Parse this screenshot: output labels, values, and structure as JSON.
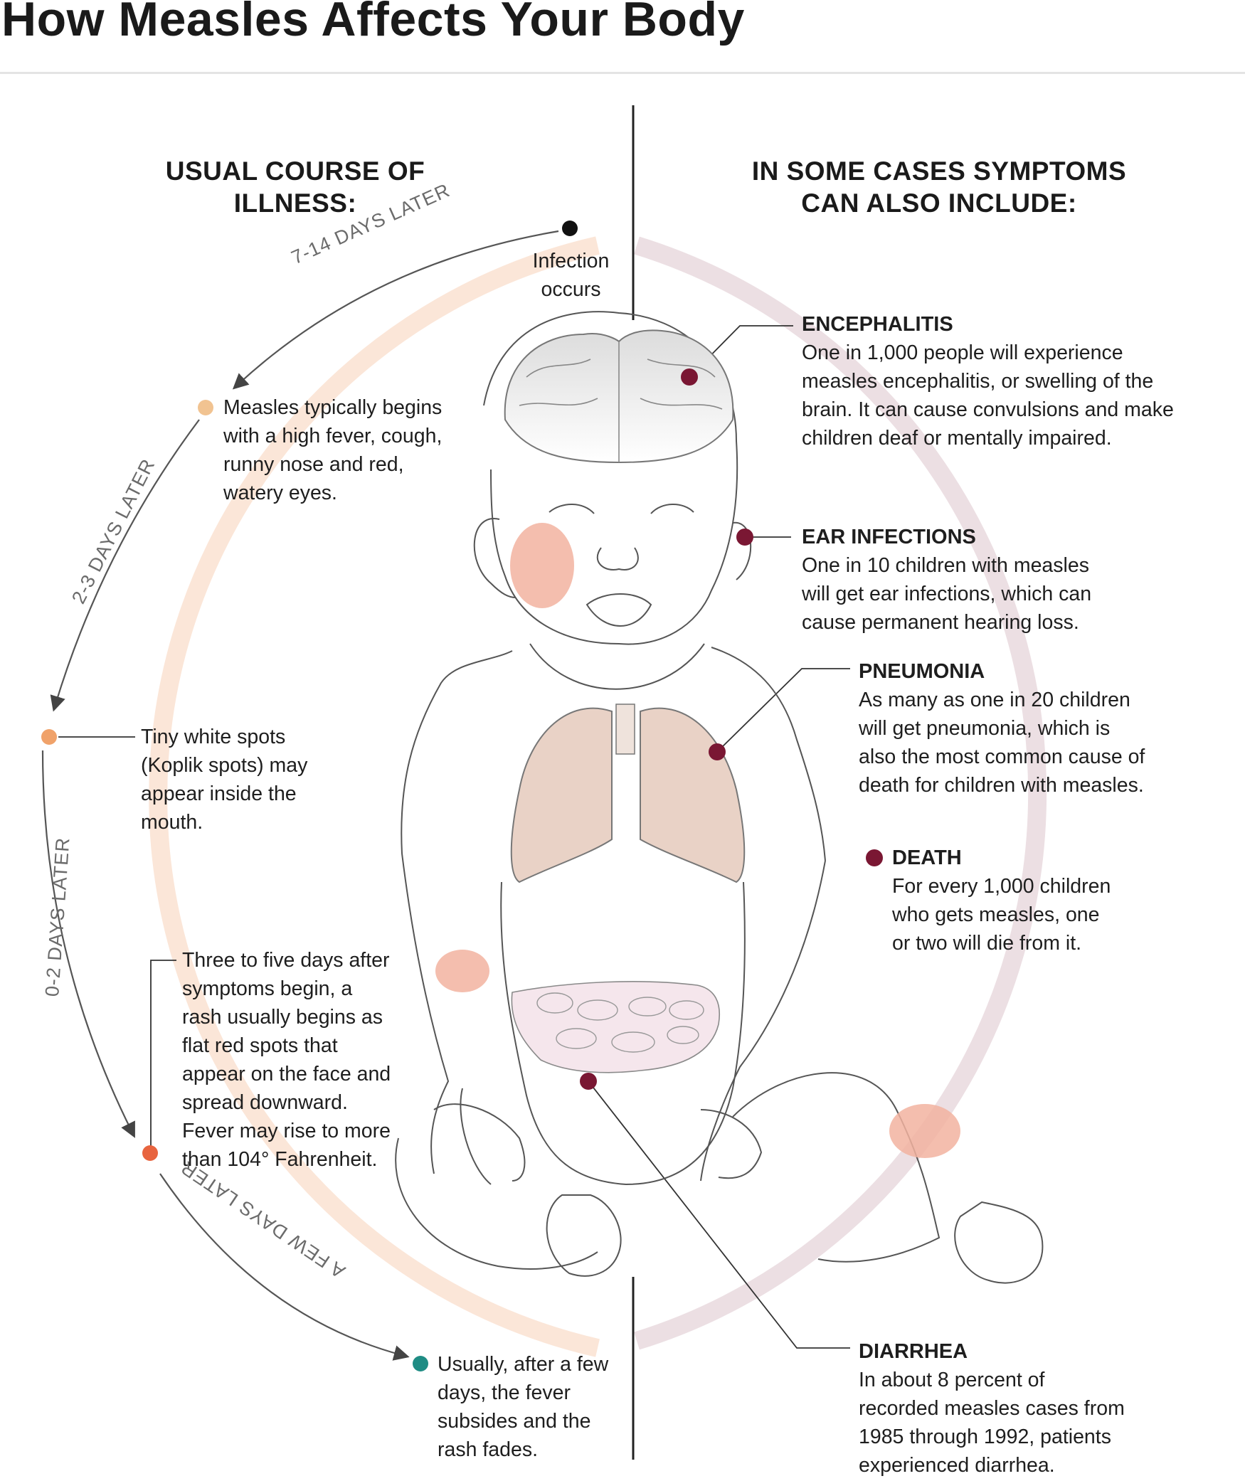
{
  "title": "How Measles Affects Your Body",
  "left_heading": "USUAL COURSE OF ILLNESS:",
  "right_heading": {
    "line1": "IN SOME CASES SYMPTOMS",
    "line2": "CAN ALSO INCLUDE:"
  },
  "timeline": {
    "infection": {
      "line1": "Infection",
      "line2": "occurs"
    },
    "arc_labels": [
      "7-14 DAYS LATER",
      "2-3 DAYS LATER",
      "0-2 DAYS LATER",
      "A FEW DAYS LATER"
    ],
    "stages": [
      {
        "lines": [
          "Measles typically begins",
          "with a high fever, cough,",
          "runny nose and red,",
          "watery eyes."
        ],
        "color": "#f1c391"
      },
      {
        "lines": [
          "Tiny white spots",
          "(Koplik spots) may",
          "appear inside the",
          "mouth."
        ],
        "color": "#f0a26a"
      },
      {
        "lines": [
          "Three to five days after",
          "symptoms begin, a",
          "rash usually begins as",
          "flat red spots that",
          "appear on the face and",
          "spread downward.",
          "Fever may rise to more",
          "than 104° Fahrenheit."
        ],
        "color": "#e8643f"
      },
      {
        "lines": [
          "Usually, after a few",
          "days, the fever",
          "subsides and the",
          "rash fades."
        ],
        "color": "#1f8c84"
      }
    ]
  },
  "complications": [
    {
      "title": "ENCEPHALITIS",
      "lines": [
        "One in 1,000 people will experience",
        "measles encephalitis, or swelling of the",
        "brain. It can cause convulsions and make",
        "children deaf or mentally impaired."
      ]
    },
    {
      "title": "EAR INFECTIONS",
      "lines": [
        "One in 10 children with measles",
        "will get ear infections, which can",
        "cause permanent hearing loss."
      ]
    },
    {
      "title": "PNEUMONIA",
      "lines": [
        "As many as one in 20 children",
        "will get pneumonia, which is",
        "also the most common cause of",
        "death for children with measles."
      ]
    },
    {
      "title": "DEATH",
      "lines": [
        "For every 1,000 children",
        "who gets measles, one",
        "or two will die from it."
      ]
    },
    {
      "title": "DIARRHEA",
      "lines": [
        "In about 8 percent of",
        "recorded measles cases from",
        "1985 through 1992, patients",
        "experienced diarrhea."
      ]
    }
  ],
  "colors": {
    "complication_dot": "#7a1733",
    "infection_dot": "#111111",
    "right_ring": "#ecdfe3",
    "left_ring": "#fbe6d8"
  }
}
